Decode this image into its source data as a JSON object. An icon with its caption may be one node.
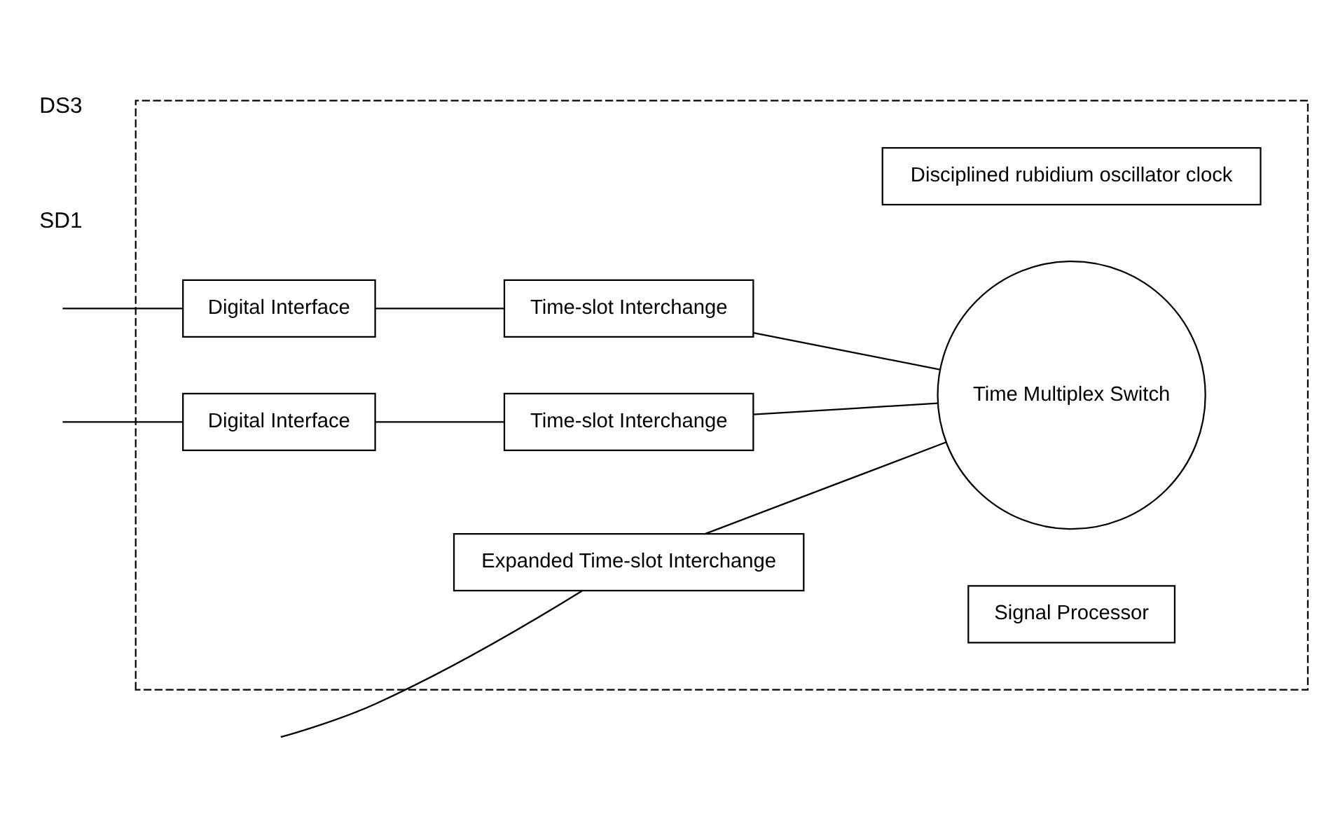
{
  "diagram": {
    "nodes": [
      {
        "text": [],
        "shape": "box"
      },
      {
        "text": [
          "Digital Interface"
        ],
        "in": 0
      },
      {
        "text": [
          "Time-slot Interchange"
        ],
        "in": 0
      },
      {
        "text": [
          "Disciplined rubidium oscillator clock"
        ],
        "in": 0
      },
      {
        "text": [
          "Digital Interface"
        ],
        "in": 0
      },
      {
        "text": [
          "Time-slot Interchange"
        ],
        "in": 0
      },
      {
        "text": [
          "Time Multiplex Switch"
        ],
        "in": 0
      },
      {
        "text": [
          "Expanded Time-slot Interchange"
        ],
        "in": 0
      },
      {
        "text": [
          "Signal Processor"
        ],
        "in": 0
      }
    ],
    "edges": [
      {
        "from": null,
        "to": 1,
        "arrow": "none"
      },
      {
        "from": 1,
        "to": 2,
        "arrow": "none"
      },
      {
        "from": 2,
        "to": 6,
        "arrow": "none"
      },
      {
        "from": null,
        "to": 4,
        "arrow": "none"
      },
      {
        "from": 4,
        "to": 5,
        "arrow": "none"
      },
      {
        "from": 5,
        "to": 6,
        "arrow": "none"
      },
      {
        "from": null,
        "to": 7,
        "arrow": "none"
      },
      {
        "from": 7,
        "to": 6,
        "arrow": "none"
      }
    ],
    "labels": [
      "SD1",
      "DS3"
    ]
  }
}
